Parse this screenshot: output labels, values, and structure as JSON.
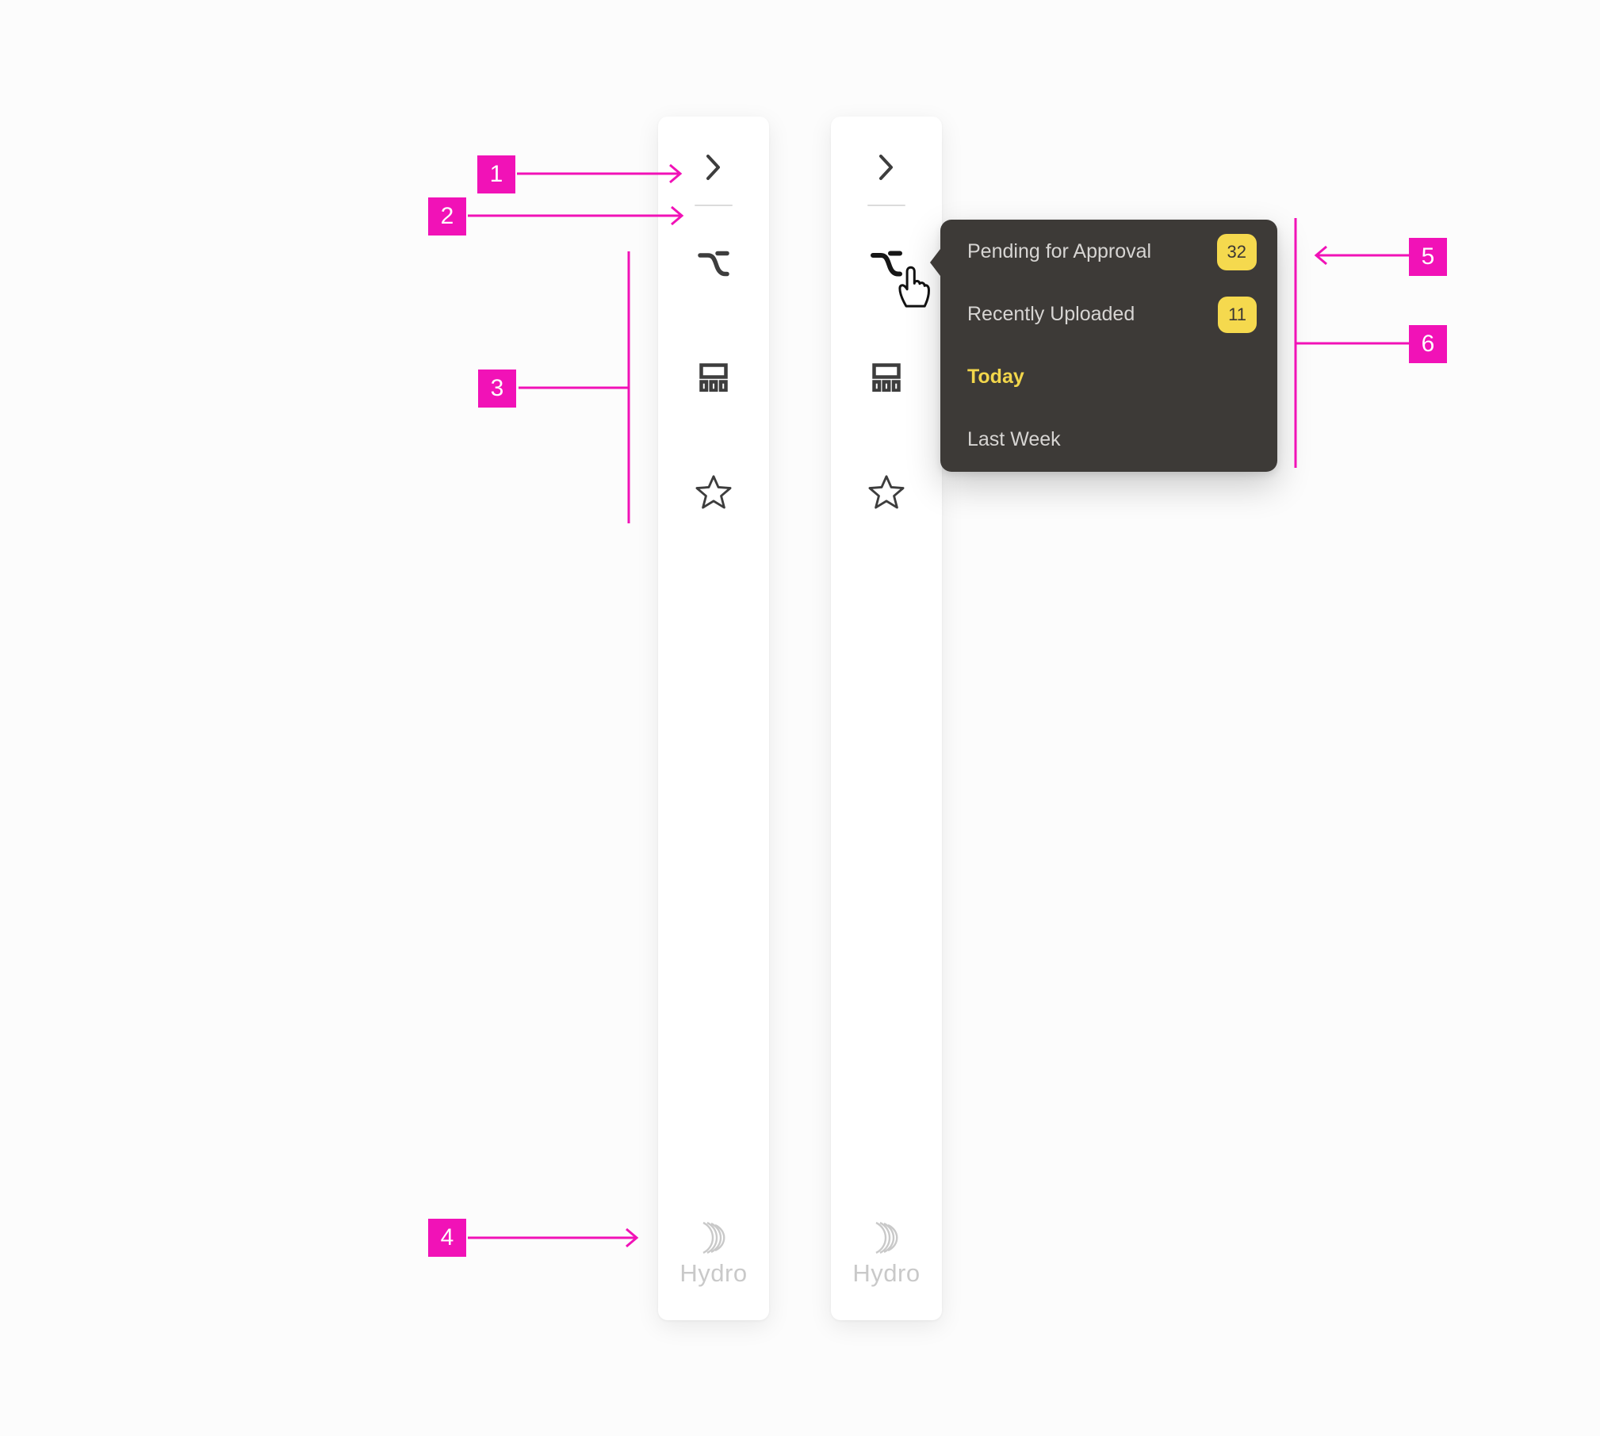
{
  "colors": {
    "annotation_magenta": "#F112B7",
    "tooltip_background": "#3D3A37",
    "badge_yellow": "#F5D94E",
    "active_item_yellow": "#F2D64B",
    "menu_text_gray": "#D7D5D3",
    "icon_gray": "#3D3D3D",
    "icon_active_black": "#161616",
    "logo_gray": "#C9C9C9"
  },
  "sidebar_left": {
    "logo_text": "Hydro",
    "icons": [
      "chevron-right-icon",
      "flume-icon",
      "dashboard-grid-icon",
      "star-icon",
      "hydro-logo"
    ]
  },
  "sidebar_right": {
    "logo_text": "Hydro",
    "icons": [
      "chevron-right-icon",
      "flume-icon",
      "dashboard-grid-icon",
      "star-icon",
      "hydro-logo"
    ]
  },
  "tooltip": {
    "items": [
      {
        "label": "Pending for Approval",
        "badge": "32",
        "active": false
      },
      {
        "label": "Recently Uploaded",
        "badge": "11",
        "active": false
      },
      {
        "label": "Today",
        "active": true
      },
      {
        "label": "Last Week",
        "active": false
      }
    ]
  },
  "annotations": [
    {
      "label": "1"
    },
    {
      "label": "2"
    },
    {
      "label": "3"
    },
    {
      "label": "4"
    },
    {
      "label": "5"
    },
    {
      "label": "6"
    }
  ]
}
